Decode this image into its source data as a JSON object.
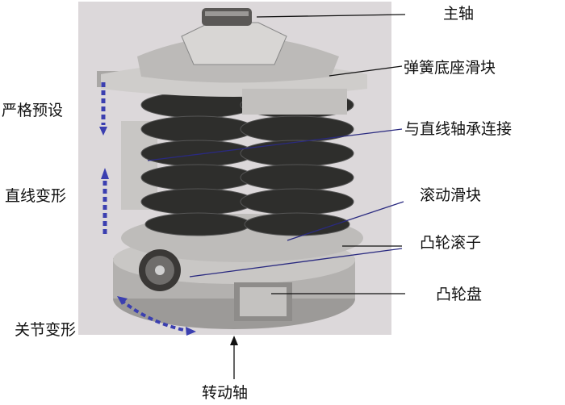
{
  "labels": {
    "main_shaft": "主轴",
    "spring_seat_slider": "弹簧底座滑块",
    "linear_bearing_connection": "与直线轴承连接",
    "rolling_slider": "滚动滑块",
    "cam_roller": "凸轮滚子",
    "cam_disc": "凸轮盘",
    "strict_preset": "严格预设",
    "linear_deformation": "直线变形",
    "joint_deformation": "关节变形",
    "rotating_shaft": "转动轴"
  },
  "colors": {
    "photo_bg": "#dcd8da",
    "arrow_blue": "#3b3fb0",
    "spring": "#2e2e2c",
    "metal": "#b8b6b4"
  }
}
